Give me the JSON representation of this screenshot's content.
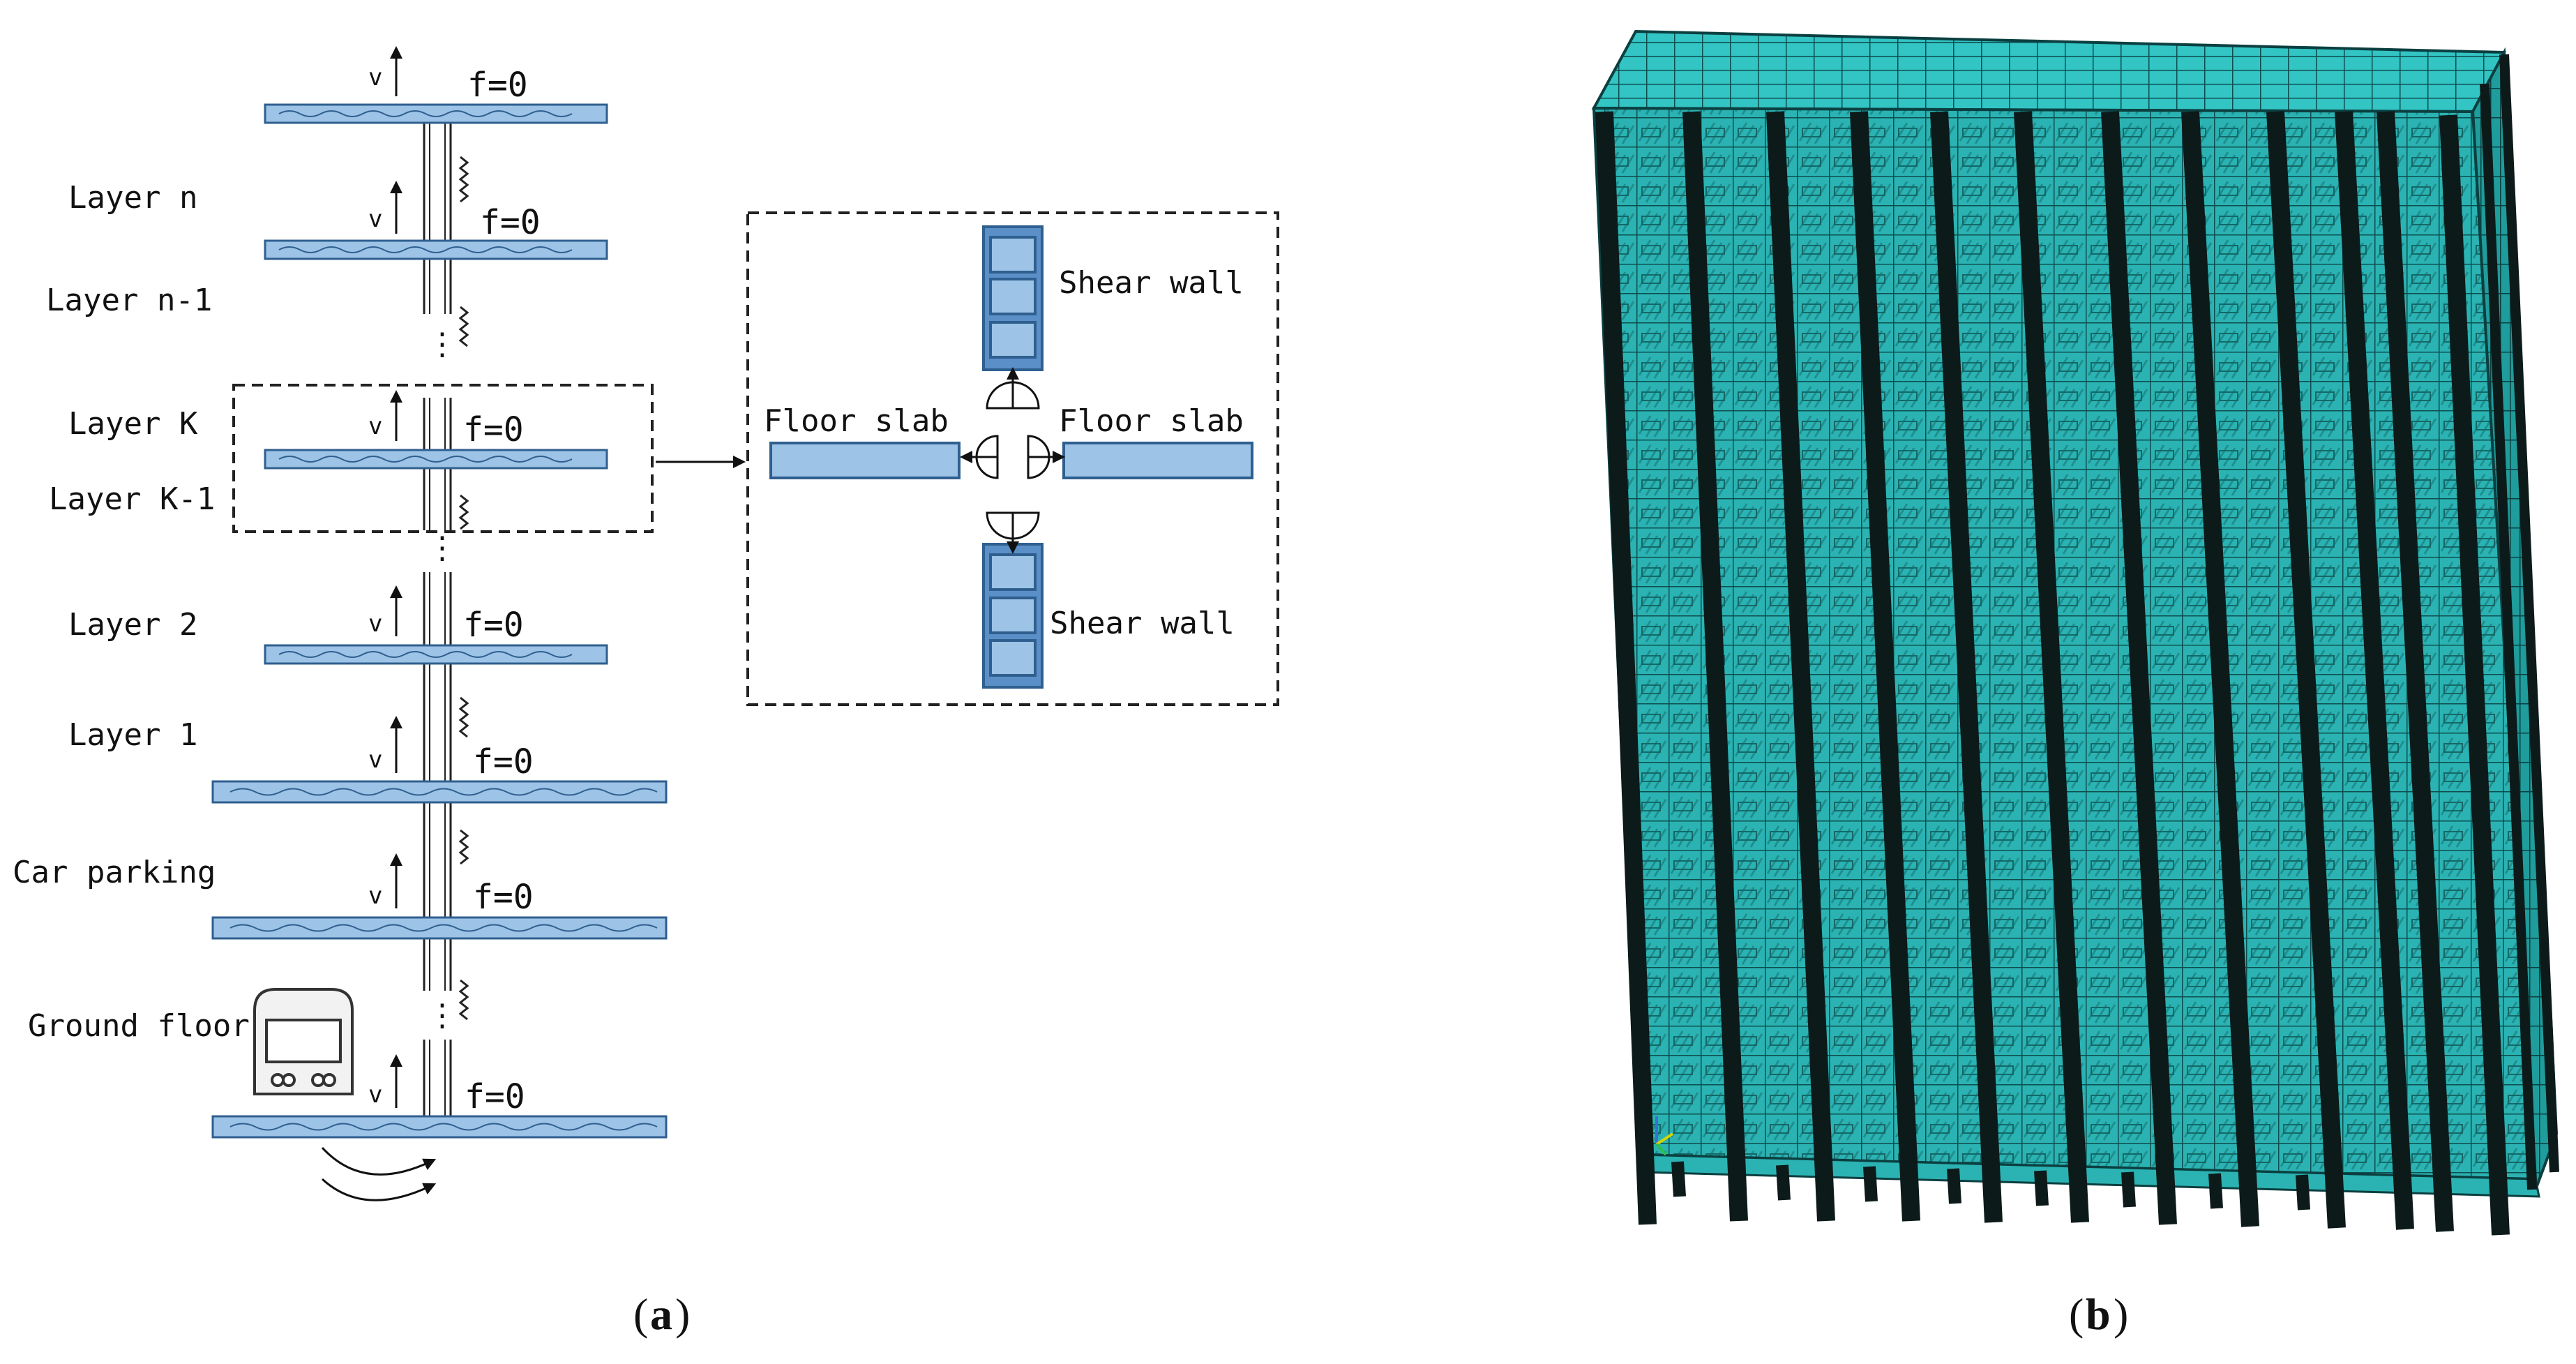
{
  "panel_a": {
    "floor_labels": {
      "layer_n": "Layer n",
      "layer_n_minus_1": "Layer n-1",
      "layer_k": "Layer K",
      "layer_k_minus_1": "Layer K-1",
      "layer_2": "Layer 2",
      "layer_1": "Layer 1",
      "car_parking": "Car parking",
      "ground_floor": "Ground floor"
    },
    "velocity_symbol": "v",
    "friction_label": "f=0",
    "detail": {
      "shear_wall_top": "Shear wall",
      "shear_wall_bottom": "Shear wall",
      "floor_slab_left": "Floor slab",
      "floor_slab_right": "Floor slab"
    }
  },
  "captions": {
    "a_open": "(",
    "a_letter": "a",
    "a_close": ")",
    "b_open": "(",
    "b_letter": "b",
    "b_close": ")"
  },
  "colors": {
    "slab_fill": "#9dc3e6",
    "slab_stroke": "#2f5f8f",
    "wall_fill": "#5b8fc7",
    "mesh_fill": "#2bb3b3",
    "mesh_dark": "#1a7f80",
    "column": "#0d1a1a"
  }
}
